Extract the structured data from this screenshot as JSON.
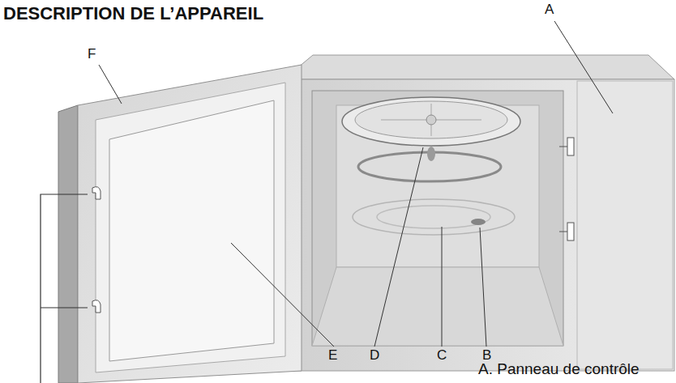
{
  "diagram": {
    "title": "DESCRIPTION DE L’APPAREIL",
    "labels": [
      "A",
      "F",
      "E",
      "D",
      "C",
      "B",
      "A. Panneau de contrôle"
    ]
  }
}
